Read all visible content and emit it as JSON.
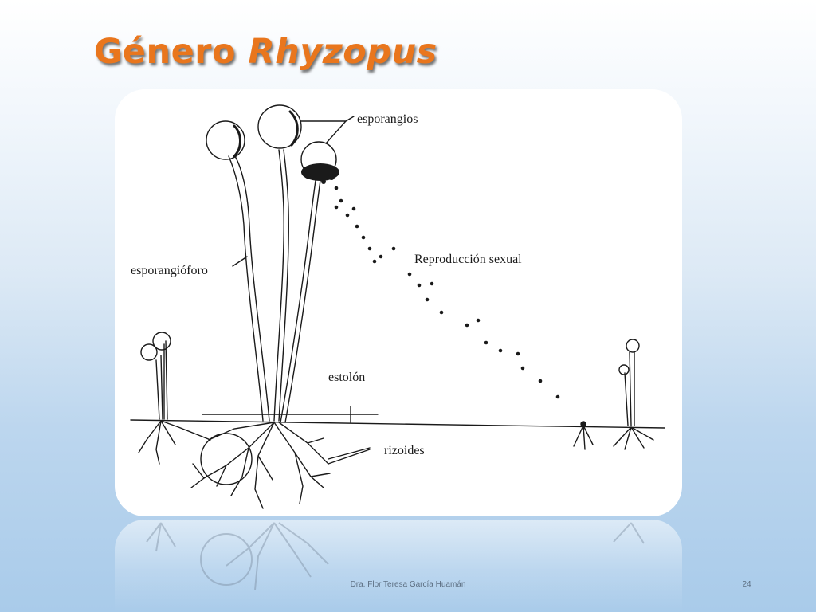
{
  "title": {
    "main": "Género",
    "italic": "Rhyzopus"
  },
  "diagram": {
    "labels": {
      "esporangios": "esporangios",
      "reproduccion": "Reproducción sexual",
      "esporangioforo": "esporangióforo",
      "estolon": "estolón",
      "rizoides": "rizoides"
    }
  },
  "footer": {
    "author": "Dra. Flor Teresa García Huamán",
    "slide_number": "24"
  }
}
